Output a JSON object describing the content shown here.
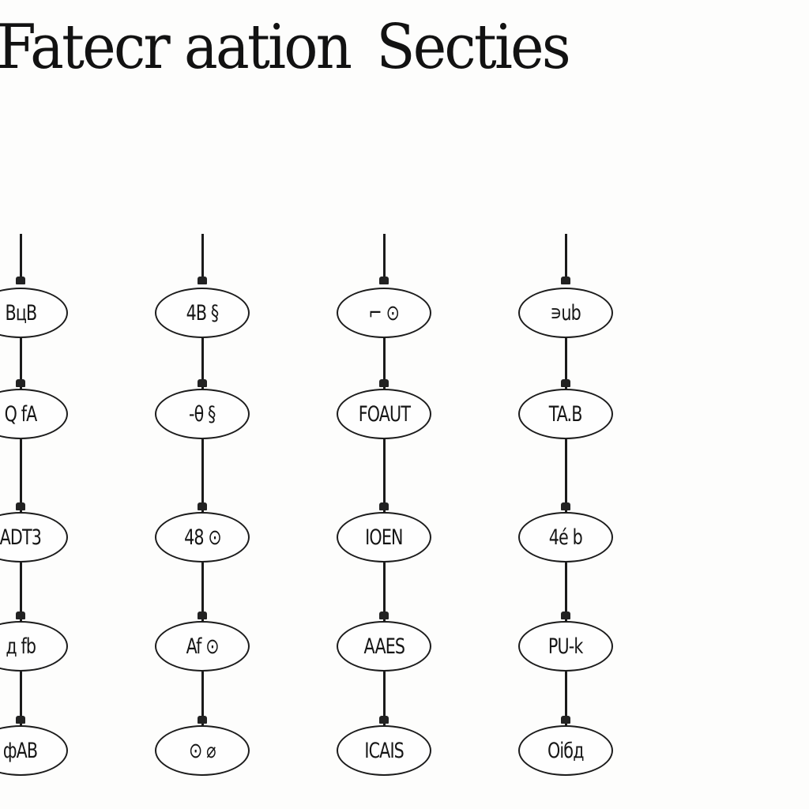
{
  "title": {
    "word1": "Fatecr aation",
    "word2": "Secties"
  },
  "columns": [
    {
      "nodes": [
        "BцB",
        "Q fA",
        "ADT3",
        "д fb",
        "фAB"
      ]
    },
    {
      "nodes": [
        "4B §",
        "-θ §",
        "48 ⊙",
        "Af ⊙",
        "⊙ ⌀"
      ]
    },
    {
      "nodes": [
        "⌐ ⊙",
        "FOAUT",
        "IOEN",
        "AAES",
        "ICAIS"
      ]
    },
    {
      "nodes": [
        "∍ub",
        "TA.B",
        "4é b",
        "PU-k",
        "Oiбд"
      ]
    }
  ],
  "colors": {
    "ink": "#1a1a1a",
    "paper": "#fdfdfc"
  }
}
